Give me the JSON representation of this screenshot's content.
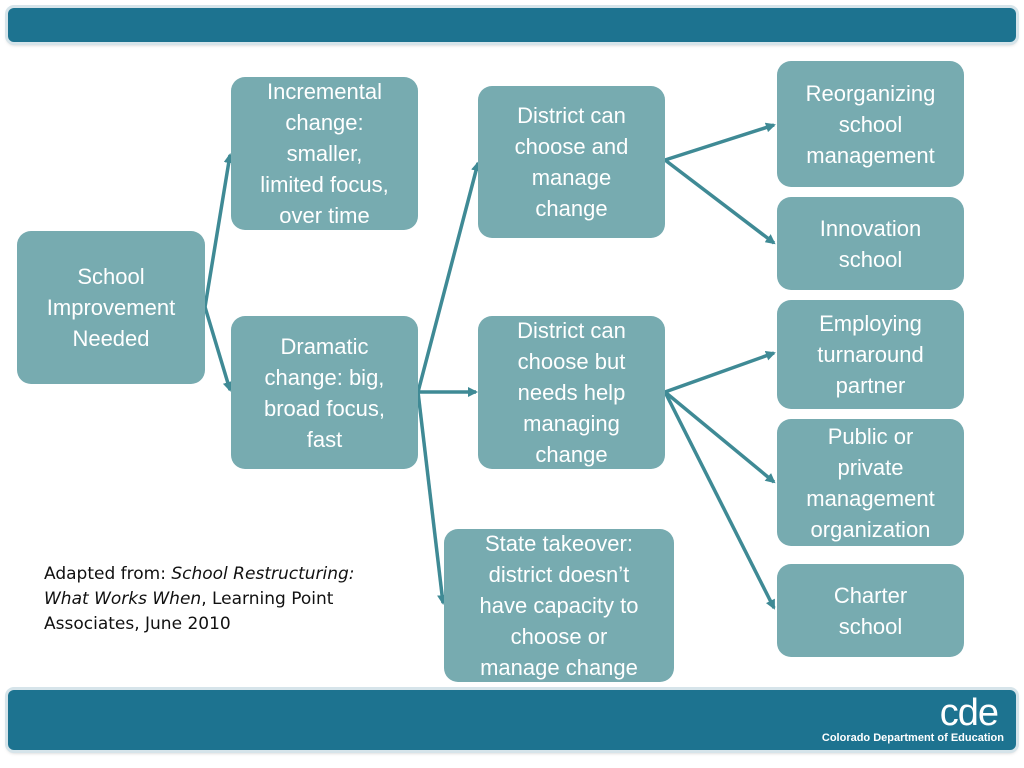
{
  "nodes": {
    "school_improvement": "School\nImprovement\nNeeded",
    "incremental": "Incremental\nchange:\nsmaller,\nlimited focus,\nover time",
    "dramatic": "Dramatic\nchange: big,\nbroad focus,\nfast",
    "district_choose_manage": "District can\nchoose and\nmanage\nchange",
    "district_needs_help": "District can\nchoose but\nneeds help\nmanaging\nchange",
    "state_takeover": "State takeover:\ndistrict doesn’t\nhave capacity to\nchoose or\nmanage change",
    "reorganizing": "Reorganizing\nschool\nmanagement",
    "innovation": "Innovation\nschool",
    "turnaround": "Employing\nturnaround\npartner",
    "public_private": "Public or\nprivate\nmanagement\norganization",
    "charter": "Charter\nschool"
  },
  "citation": {
    "prefix": "Adapted from: ",
    "title": "School Restructuring: What Works When",
    "suffix": ", Learning Point Associates, June 2010"
  },
  "footer": {
    "logo": "cde",
    "org_name": "Colorado Department of Education"
  },
  "colors": {
    "node_fill": "#77abb0",
    "arrow": "#3f8a95",
    "bar": "#1d7390"
  }
}
